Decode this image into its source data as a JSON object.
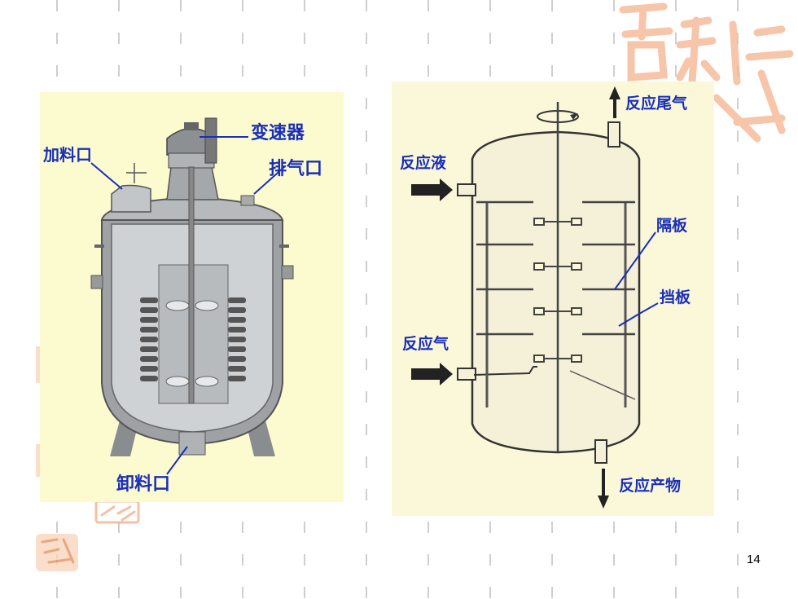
{
  "slide": {
    "page_number": "14",
    "colors": {
      "panel_bg": "#fcfbd0",
      "label_blue": "#1a2fb8",
      "watermark": "#f3b28e"
    }
  },
  "left_diagram": {
    "labels": {
      "gearbox": "变速器",
      "feed_port": "加料口",
      "vent_port": "排气口",
      "discharge_port": "卸料口"
    }
  },
  "right_diagram": {
    "labels": {
      "tail_gas": "反应尾气",
      "reaction_liquid": "反应液",
      "partition_plate": "隔板",
      "baffle": "挡板",
      "reaction_gas": "反应气",
      "reaction_product": "反应产物"
    }
  }
}
